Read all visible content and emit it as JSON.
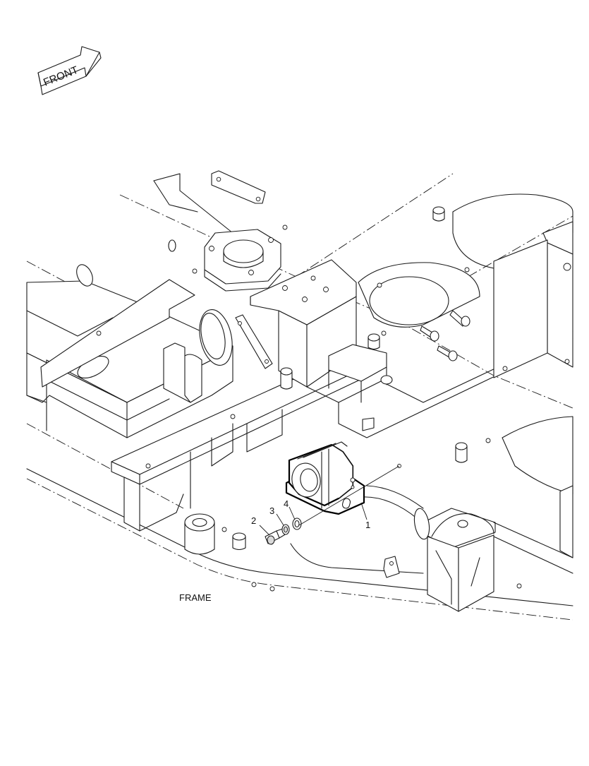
{
  "orientation_badge": {
    "label": "FRONT",
    "icon": "front-arrow-icon"
  },
  "assembly_label": "FRAME",
  "callouts": [
    {
      "number": "1",
      "part": "alarm-horn"
    },
    {
      "number": "2",
      "part": "bolt"
    },
    {
      "number": "3",
      "part": "spring-washer"
    },
    {
      "number": "4",
      "part": "washer"
    }
  ],
  "colors": {
    "line": "#1a1a1a",
    "background": "#ffffff"
  }
}
